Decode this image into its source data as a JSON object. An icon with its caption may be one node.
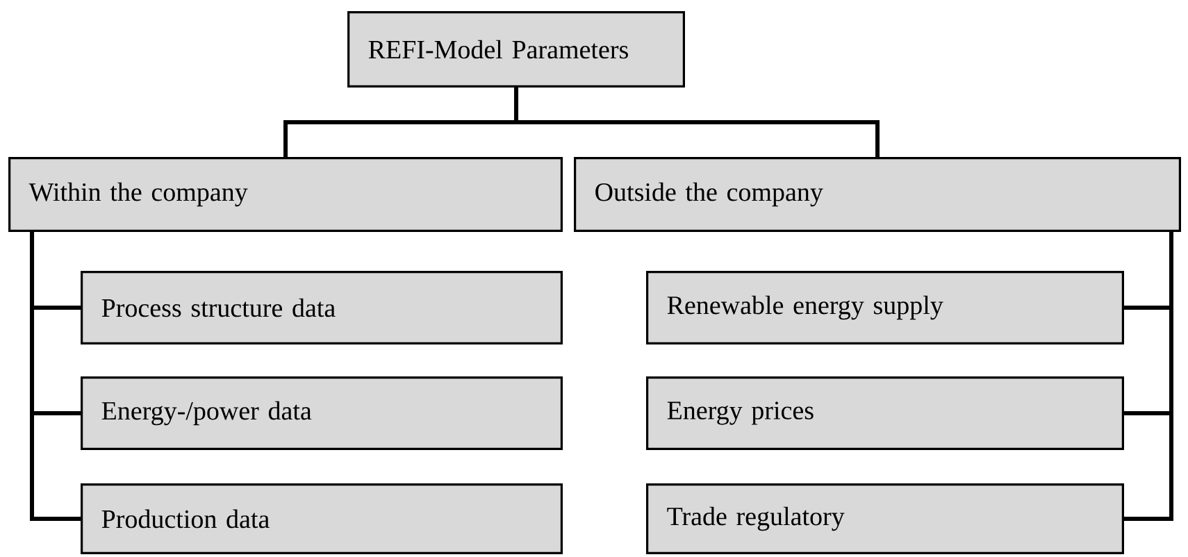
{
  "diagram": {
    "nodes": [
      {
        "text": [
          "REFI-Model Parameters"
        ]
      },
      {
        "text": [
          "Within the company"
        ]
      },
      {
        "text": [
          "Outside the company"
        ]
      },
      {
        "text": [
          "Process structure data"
        ]
      },
      {
        "text": [
          "Energy-/power data"
        ]
      },
      {
        "text": [
          "Production data"
        ]
      },
      {
        "text": [
          "Renewable energy supply"
        ]
      },
      {
        "text": [
          "Energy prices"
        ]
      },
      {
        "text": [
          "Trade regulatory"
        ]
      }
    ],
    "edges": [
      {
        "from": 0,
        "to": 1,
        "arrow": "none"
      },
      {
        "from": 0,
        "to": 2,
        "arrow": "none"
      },
      {
        "from": 1,
        "to": 3,
        "arrow": "none"
      },
      {
        "from": 1,
        "to": 4,
        "arrow": "none"
      },
      {
        "from": 1,
        "to": 5,
        "arrow": "none"
      },
      {
        "from": 2,
        "to": 6,
        "arrow": "none"
      },
      {
        "from": 2,
        "to": 7,
        "arrow": "none"
      },
      {
        "from": 2,
        "to": 8,
        "arrow": "none"
      }
    ]
  }
}
